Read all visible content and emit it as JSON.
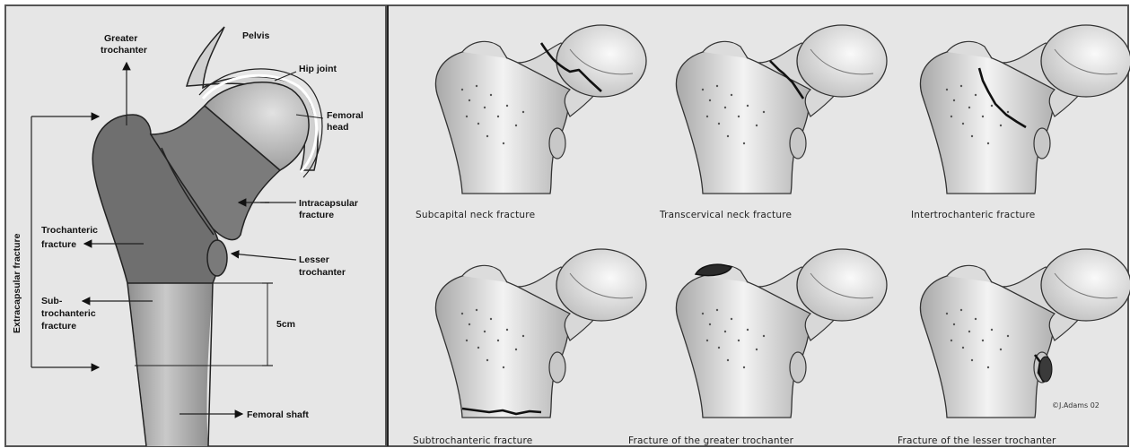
{
  "anatomy_panel": {
    "labels": {
      "greater_trochanter": [
        "Greater",
        "trochanter"
      ],
      "pelvis": "Pelvis",
      "hip_joint": "Hip joint",
      "femoral_head": [
        "Femoral",
        "head"
      ],
      "intracapsular_fracture": [
        "Intracapsular",
        "fracture"
      ],
      "trochanteric_fracture": [
        "Trochanteric",
        "fracture"
      ],
      "lesser_trochanter": [
        "Lesser",
        "trochanter"
      ],
      "subtrochanteric_fracture": [
        "Sub-",
        "trochanteric",
        "fracture"
      ],
      "distance": "5cm",
      "femoral_shaft": "Femoral shaft",
      "extracapsular_fracture": "Extracapsular fracture"
    }
  },
  "fracture_panel": {
    "captions": [
      "Subcapital neck fracture",
      "Transcervical neck fracture",
      "Intertrochanteric fracture",
      "Subtrochanteric fracture",
      "Fracture of the greater trochanter",
      "Fracture of the lesser trochanter"
    ],
    "signature": "©J.Adams 02"
  },
  "colors": {
    "panel_bg": "#e6e6e6",
    "border": "#555555",
    "bone_shade": "#6f6f6f",
    "bone_light": "#b5b5b5",
    "fracture_line": "#111111"
  }
}
